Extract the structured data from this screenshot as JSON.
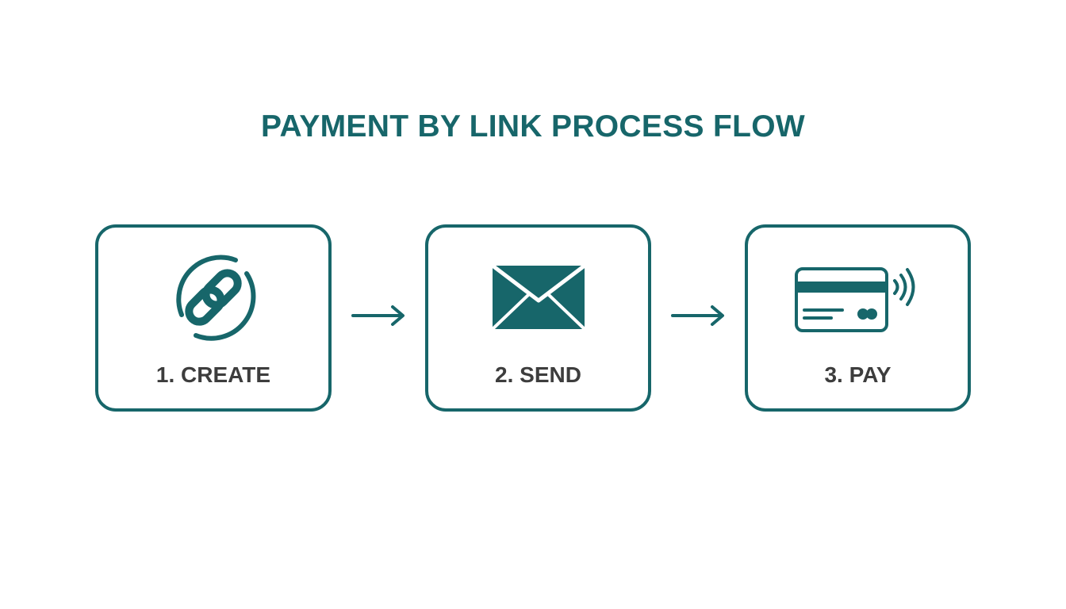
{
  "title": "PAYMENT BY LINK PROCESS FLOW",
  "colors": {
    "accent": "#17666a",
    "label": "#3d3d3d",
    "background": "#ffffff"
  },
  "steps": [
    {
      "label": "1. CREATE",
      "icon": "chain-link-icon"
    },
    {
      "label": "2. SEND",
      "icon": "envelope-icon"
    },
    {
      "label": "3. PAY",
      "icon": "contactless-card-icon"
    }
  ],
  "connectors": [
    "arrow-right-icon",
    "arrow-right-icon"
  ]
}
